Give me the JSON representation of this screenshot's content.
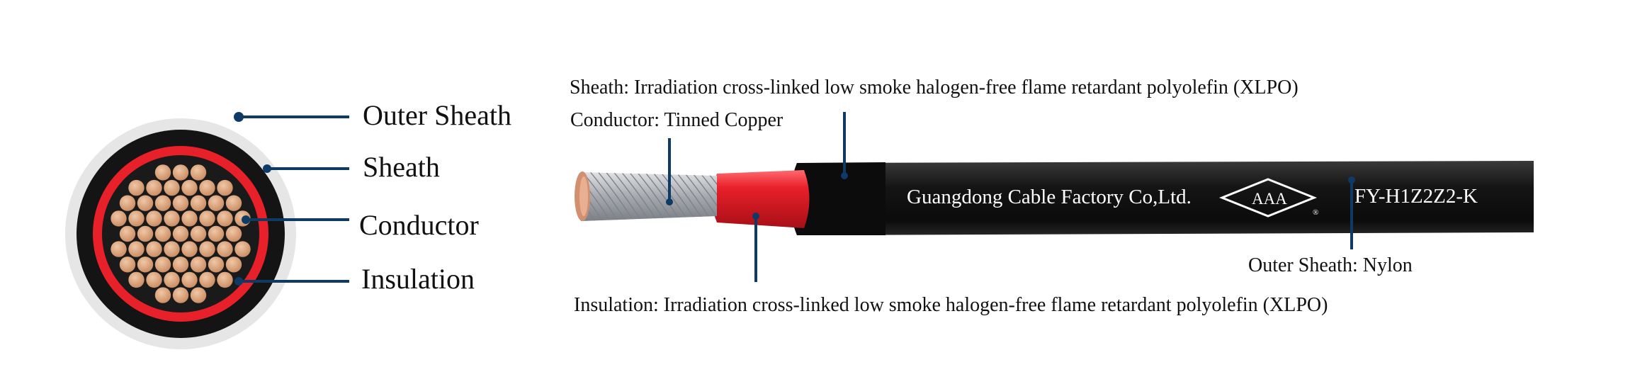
{
  "cross_section": {
    "labels": [
      {
        "id": "outer_sheath",
        "text": "Outer Sheath"
      },
      {
        "id": "sheath",
        "text": "Sheath"
      },
      {
        "id": "conductor",
        "text": "Conductor"
      },
      {
        "id": "insulation",
        "text": "Insulation"
      }
    ]
  },
  "cable": {
    "sheath_label": "Sheath: Irradiation cross-linked low smoke halogen-free flame retardant polyolefin (XLPO)",
    "conductor_label": "Conductor: Tinned Copper",
    "insulation_label": "Insulation: Irradiation cross-linked low smoke halogen-free flame retardant polyolefin (XLPO)",
    "outer_sheath_label": "Outer Sheath: Nylon",
    "print_manufacturer": "Guangdong Cable Factory Co,Ltd.",
    "print_logo": "AAA",
    "print_logo_mark": "®",
    "print_model": "FY-H1Z2Z2-K"
  },
  "colors": {
    "leader_line": "#0d3b66",
    "jacket": "#141414",
    "insulation_red": "#e8202a",
    "copper": "#d9a07a",
    "tinned_wire": "#b9bcc1",
    "outer_ring": "#e4e4e4"
  }
}
